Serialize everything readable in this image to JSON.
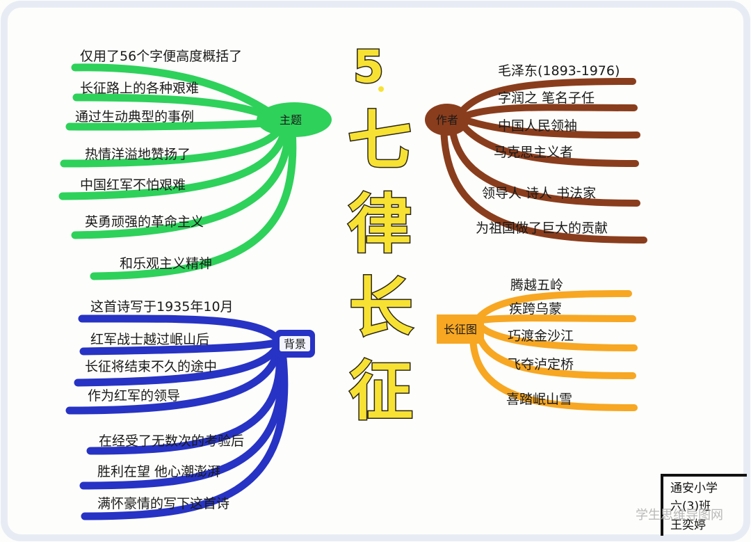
{
  "title": {
    "number": "5",
    "chars": [
      "七",
      "律",
      "长",
      "征"
    ]
  },
  "branches": {
    "theme": {
      "label": "主题",
      "color": "#2ed15a",
      "items": [
        "仅用了56个字便高度概括了",
        "长征路上的各种艰难",
        "通过生动典型的事例",
        "热情洋溢地赞扬了",
        "中国红军不怕艰难",
        "英勇顽强的革命主义",
        "和乐观主义精神"
      ]
    },
    "author": {
      "label": "作者",
      "color": "#8a3d1c",
      "items": [
        "毛泽东(1893-1976)",
        "字润之 笔名子任",
        "中国人民领袖",
        "马克思主义者",
        "领导人 诗人 书法家",
        "为祖国做了巨大的贡献"
      ]
    },
    "background": {
      "label": "背景",
      "color": "#2733c4",
      "items": [
        "这首诗写于1935年10月",
        "红军战士越过岷山后",
        "长征将结束不久的途中",
        "作为红军的领导",
        "在经受了无数次的考验后",
        "胜利在望 他心潮澎湃",
        "满怀豪情的写下这首诗"
      ]
    },
    "route": {
      "label": "长征图",
      "color": "#f7a722",
      "items": [
        "腾越五岭",
        "疾跨乌蒙",
        "巧渡金沙江",
        "飞夺泸定桥",
        "喜踏岷山雪"
      ]
    }
  },
  "footer": {
    "school": "通安小学",
    "class": "六(3)班",
    "name": "王奕婷"
  },
  "watermark": "学生思维导图网"
}
